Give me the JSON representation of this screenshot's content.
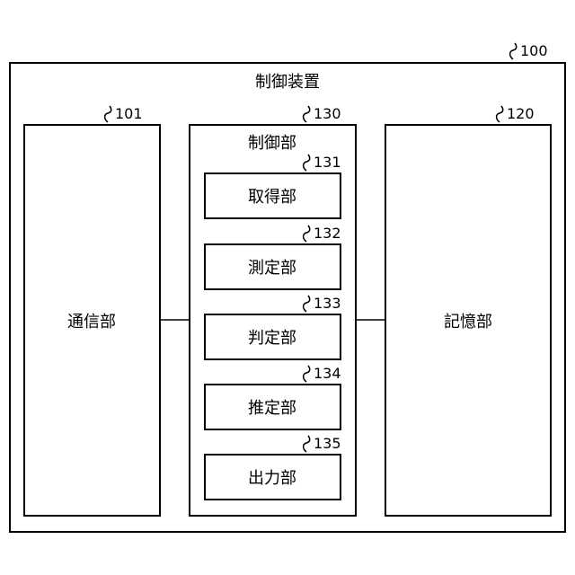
{
  "device": {
    "title": "制御装置",
    "ref": "100"
  },
  "communication_unit": {
    "label": "通信部",
    "ref": "101"
  },
  "control_unit": {
    "label": "制御部",
    "ref": "130",
    "sub_units": [
      {
        "label": "取得部",
        "ref": "131"
      },
      {
        "label": "測定部",
        "ref": "132"
      },
      {
        "label": "判定部",
        "ref": "133"
      },
      {
        "label": "推定部",
        "ref": "134"
      },
      {
        "label": "出力部",
        "ref": "135"
      }
    ]
  },
  "storage_unit": {
    "label": "記憶部",
    "ref": "120"
  }
}
